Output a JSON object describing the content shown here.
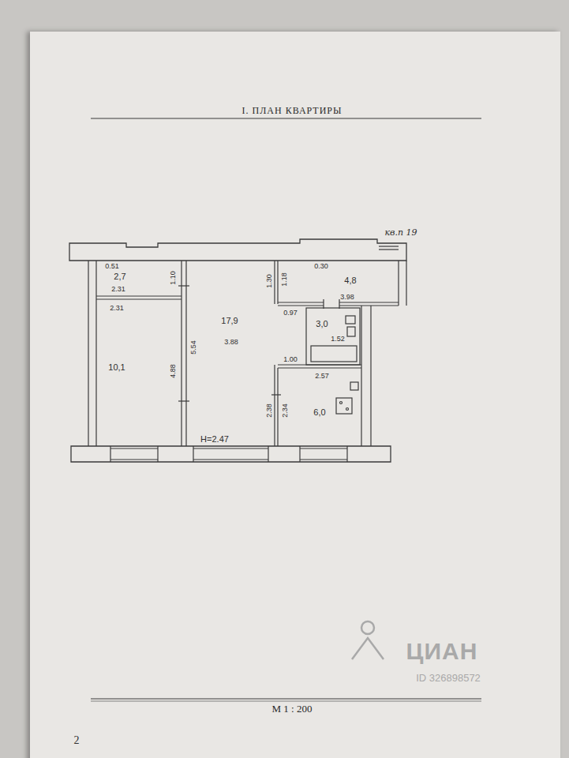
{
  "diagram": {
    "title": "I. ПЛАН КВАРТИРЫ",
    "nodes": [
      {
        "text": [
          "2,7"
        ]
      },
      {
        "text": [
          "17,9"
        ]
      },
      {
        "text": [
          "4,8"
        ]
      },
      {
        "text": [
          "3,0"
        ]
      },
      {
        "text": [
          "10,1"
        ]
      },
      {
        "text": [
          "6,0"
        ]
      }
    ],
    "labels": [
      "кв.п 19",
      "0.51",
      "2.31",
      "2.31",
      "1.10",
      "5.54",
      "4.88",
      "3.88",
      "1.30",
      "1.18",
      "0.30",
      "0.97",
      "3.98",
      "1.52",
      "1.00",
      "2.57",
      "2.38",
      "2.34",
      "H=2.47",
      "М 1 : 200",
      "2",
      "ЦИАН",
      "ID 326898572"
    ]
  }
}
